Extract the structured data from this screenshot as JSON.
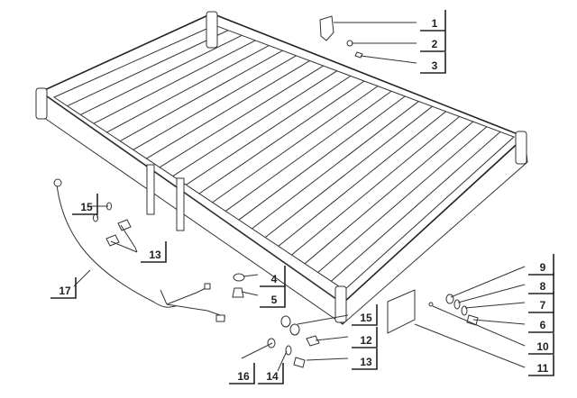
{
  "diagram": {
    "title": "Cargo bed assembly",
    "callouts": [
      "1",
      "2",
      "3",
      "15",
      "13",
      "17",
      "4",
      "5",
      "9",
      "8",
      "7",
      "6",
      "10",
      "11",
      "15",
      "12",
      "13",
      "16",
      "14"
    ]
  }
}
